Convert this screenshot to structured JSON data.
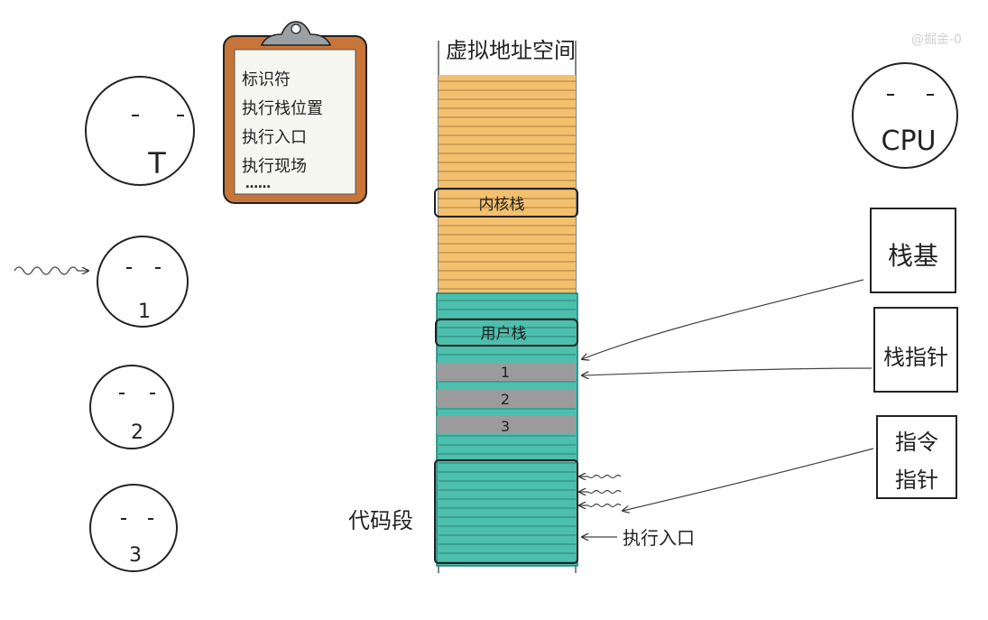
{
  "threads": [
    {
      "label": "T"
    },
    {
      "label": "1"
    },
    {
      "label": "2"
    },
    {
      "label": "3"
    }
  ],
  "cpu": {
    "label": "CPU"
  },
  "clipboard": {
    "lines": [
      "标识符",
      "执行栈位置",
      "执行入口",
      "执行现场",
      "……"
    ]
  },
  "memory": {
    "title": "虚拟地址空间",
    "kernel_stack_label": "内核栈",
    "user_stack_label": "用户栈",
    "frames": [
      "1",
      "2",
      "3"
    ],
    "code_segment_label": "代码段",
    "entry_label": "执行入口"
  },
  "registers": {
    "stack_base": "栈基",
    "stack_pointer": "栈指针",
    "instruction_pointer_line1": "指令",
    "instruction_pointer_line2": "指针"
  },
  "watermark": "@掘金-0"
}
